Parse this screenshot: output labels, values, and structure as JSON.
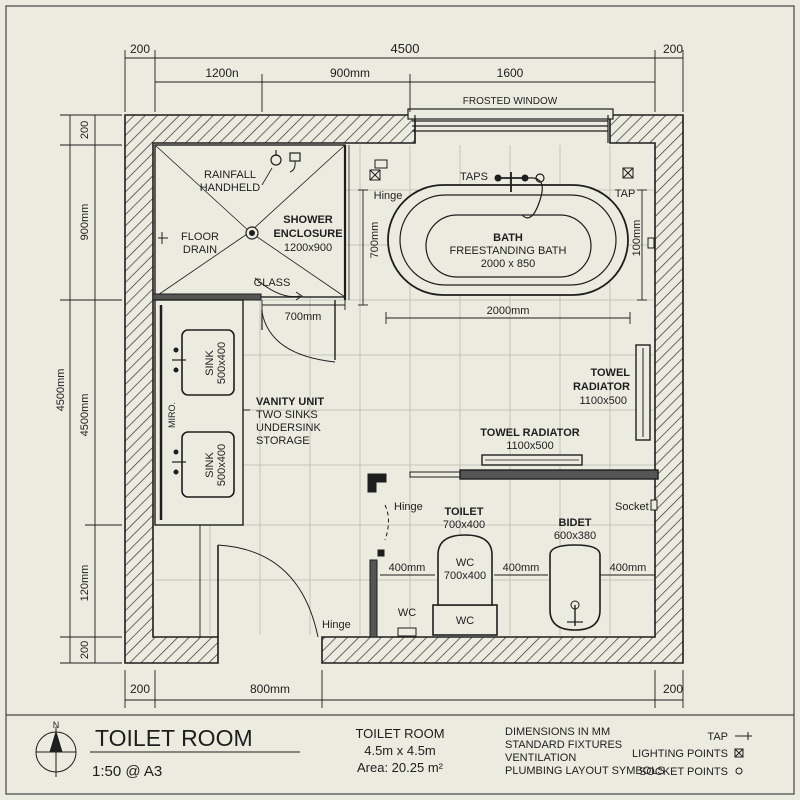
{
  "overall": {
    "left": "200",
    "width": "4500",
    "right": "200"
  },
  "top_dims": {
    "a": "1200n",
    "b": "900mm",
    "c": "1600"
  },
  "left_dims": {
    "top": "200",
    "upper": "900mm",
    "total": "4500mm",
    "middle": "4500mm",
    "lower": "120mm",
    "bottom": "200"
  },
  "bottom_dims": {
    "left": "200",
    "door": "800mm",
    "right": "200"
  },
  "window": "FROSTED WINDOW",
  "shower": {
    "rainfall": "RAINFALL",
    "handheld": "HANDHELD",
    "drain1": "FLOOR",
    "drain2": "DRAIN",
    "title1": "SHOWER",
    "title2": "ENCLOSURE",
    "size": "1200x900",
    "glass": "GLASS",
    "width": "700mm"
  },
  "bath": {
    "hinge": "Hinge",
    "taps": "TAPS",
    "tap": "TAP",
    "title": "BATH",
    "sub": "FREESTANDING BATH",
    "size": "2000 x 850",
    "depth": "700mm",
    "length": "2000mm",
    "side": "100mm"
  },
  "vanity": {
    "sink": "SINK",
    "sink_size": "500x400",
    "mirror": "MIRO.",
    "title": "VANITY UNIT",
    "l1": "TWO SINKS",
    "l2": "UNDERSINK",
    "l3": "STORAGE"
  },
  "radiator_wall": {
    "title": "TOWEL",
    "title2": "RADIATOR",
    "size": "1100x500"
  },
  "radiator_mid": {
    "title": "TOWEL RADIATOR",
    "size": "1100x500"
  },
  "hinge_door": "Hinge",
  "hinge_bottom": "Hinge",
  "toilet": {
    "title": "TOILET",
    "size": "700x400",
    "wc": "WC",
    "wc_size": "700x400",
    "tank": "WC",
    "wc_small": "WC"
  },
  "bidet": {
    "title": "BIDET",
    "size": "600x380",
    "socket": "Socket"
  },
  "lower_dims": {
    "a": "400mm",
    "b": "400mm",
    "c": "400mm"
  },
  "titleblock": {
    "north": "N",
    "title": "TOILET ROOM",
    "scale": "1:50 @ A3",
    "room": "TOILET ROOM",
    "dims": "4.5m x 4.5m",
    "area": "Area: 20.25 m²",
    "n1": "DIMENSIONS IN MM",
    "n2": "STANDARD FIXTURES",
    "n3": "VENTILATION",
    "n4": "PLUMBING LAYOUT SYMBOLS",
    "leg_tap": "TAP",
    "leg_light": "LIGHTING POINTS",
    "leg_socket": "SOCKET POINTS"
  }
}
